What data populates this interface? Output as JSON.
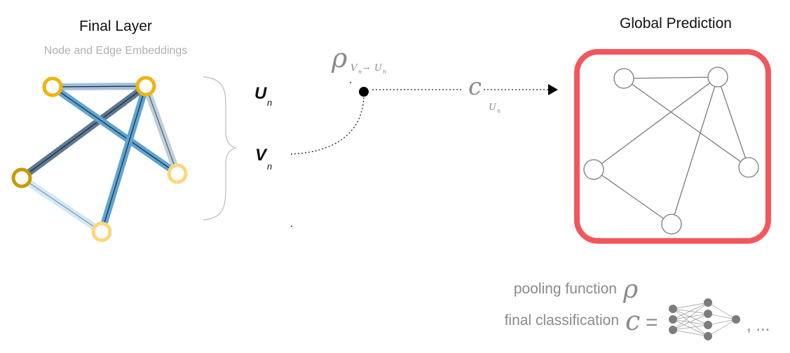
{
  "left_panel": {
    "title": "Final Layer",
    "subtitle": "Node and Edge Embeddings"
  },
  "brace_labels": {
    "u_main": "U",
    "u_sub": "n",
    "v_main": "V",
    "v_sub": "n"
  },
  "pooling": {
    "rho": "ρ",
    "sub_v": "V",
    "sub_v_n": "n",
    "arrow": "→",
    "sub_u": "U",
    "sub_u_n": "n"
  },
  "classifier": {
    "c": "c",
    "sub": "U",
    "sub_n": "n"
  },
  "right_panel": {
    "title": "Global Prediction"
  },
  "legend": {
    "pooling_label": "pooling function",
    "pooling_symbol": "ρ",
    "final_label": "final classification",
    "final_symbol": "c",
    "equals": "=",
    "ellipsis": ", ..."
  },
  "colors": {
    "node_outline_dark": "#c99a06",
    "node_outline_mid": "#f0b40c",
    "node_outline_light": "#fcd67a",
    "edge_dark": "#5e7892",
    "edge_blue": "#5ea4d2",
    "edge_light": "#bcd6ea",
    "frame_red": "#f2575b",
    "graph_gray": "#7a7a7a",
    "subtitle_gray": "#b0b0b0"
  }
}
